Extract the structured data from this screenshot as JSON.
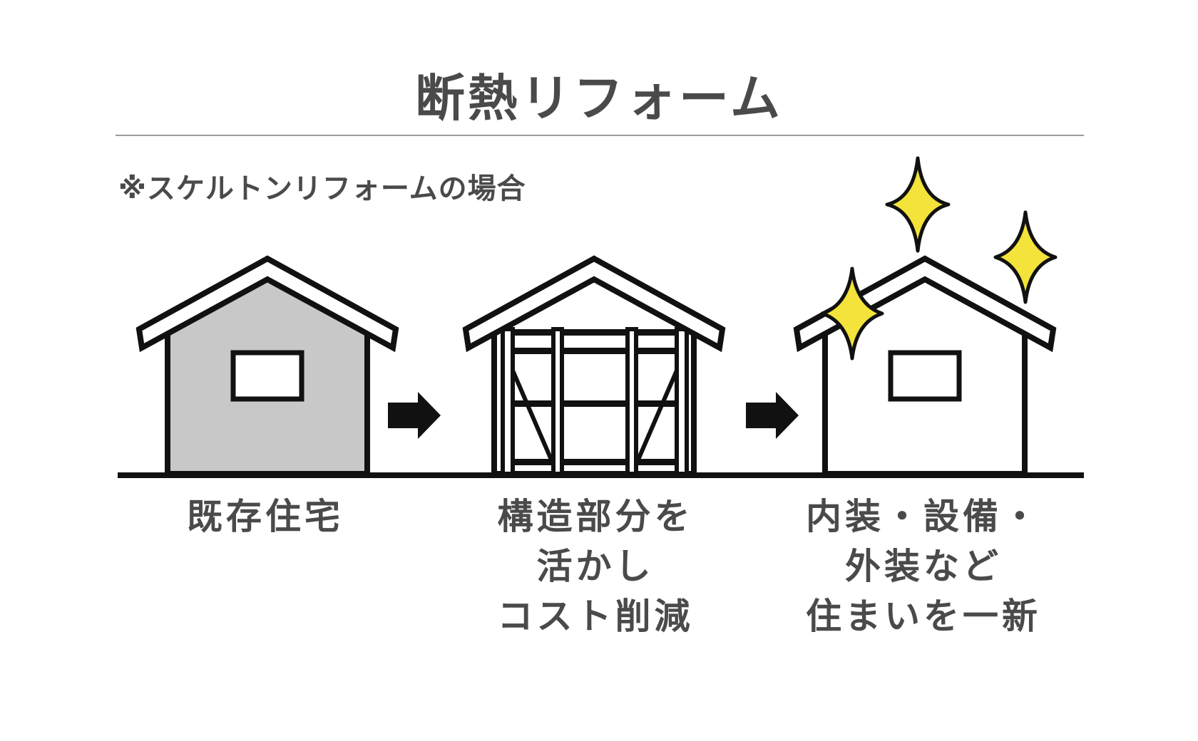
{
  "title": "断熱リフォーム",
  "note": "※スケルトンリフォームの場合",
  "steps": [
    {
      "lines": [
        "既存住宅"
      ]
    },
    {
      "lines": [
        "構造部分を",
        "活かし",
        "コスト削減"
      ]
    },
    {
      "lines": [
        "内装・設備・",
        "外装など",
        "住まいを一新"
      ]
    }
  ],
  "colors": {
    "text": "#4a4a4a",
    "rule": "#9a9a9a",
    "existing_house_fill": "#c8c8c8",
    "line": "#111111",
    "sparkle": "#f3e33a"
  },
  "icons": [
    "house-existing-icon",
    "arrow-right-icon",
    "house-frame-icon",
    "house-renewed-icon",
    "sparkle-icon"
  ]
}
